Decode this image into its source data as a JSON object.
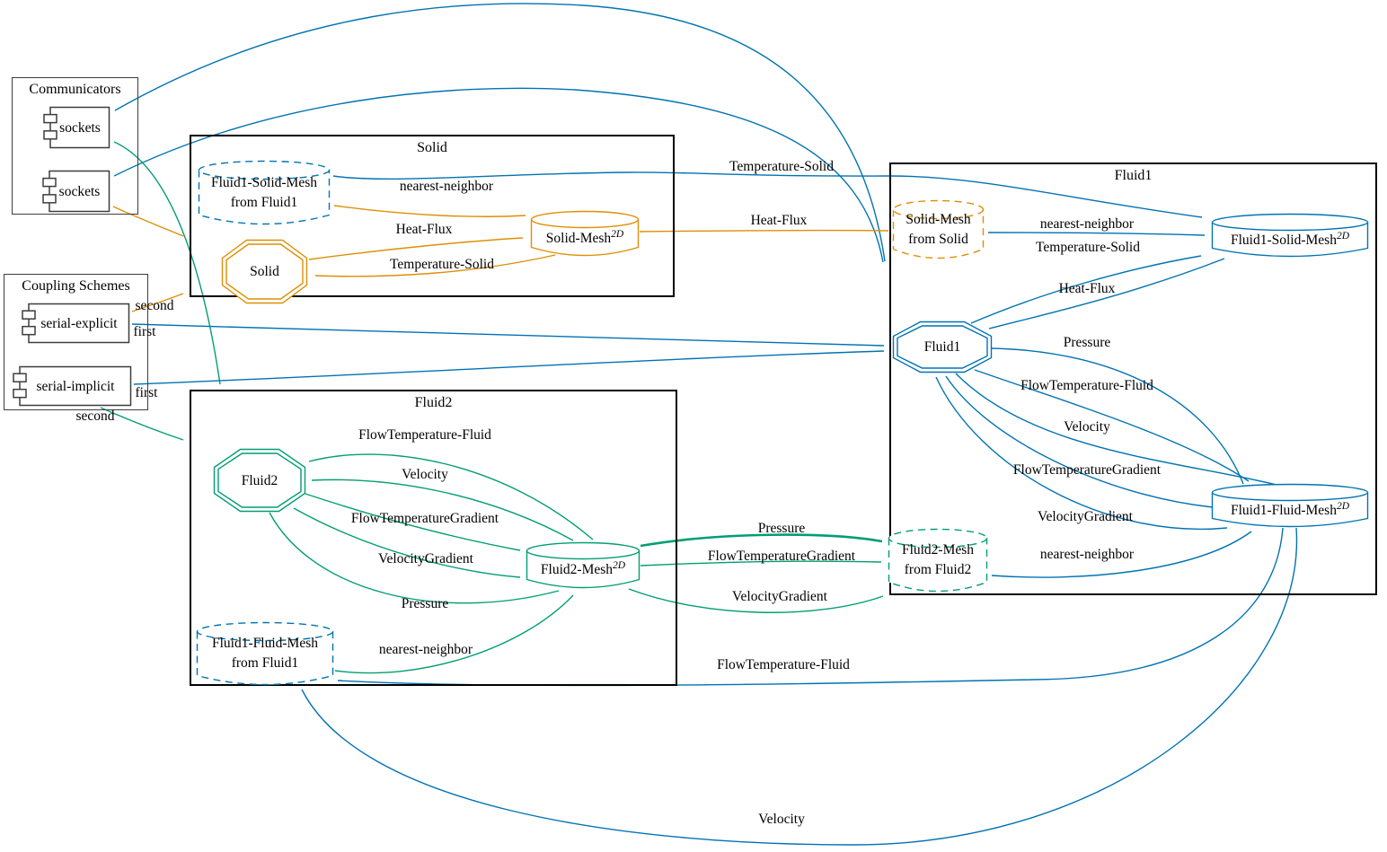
{
  "colors": {
    "fluid1": "#0173b2",
    "fluid2": "#029e73",
    "solid": "#de8f05",
    "neutral": "#3d3d3d",
    "cluster_border": "#000000",
    "background": "#ffffff",
    "text": "#000000"
  },
  "clusters": {
    "communicators": {
      "title": "Communicators"
    },
    "coupling_schemes": {
      "title": "Coupling Schemes"
    },
    "solid": {
      "title": "Solid"
    },
    "fluid1": {
      "title": "Fluid1"
    },
    "fluid2": {
      "title": "Fluid2"
    }
  },
  "nodes": {
    "sockets1": {
      "label": "sockets"
    },
    "sockets2": {
      "label": "sockets"
    },
    "serial_explicit": {
      "label": "serial-explicit"
    },
    "serial_implicit": {
      "label": "serial-implicit"
    },
    "solid": {
      "label": "Solid"
    },
    "fluid1": {
      "label": "Fluid1"
    },
    "fluid2": {
      "label": "Fluid2"
    },
    "solid_mesh": {
      "label": "Solid-Mesh",
      "sup": "2D"
    },
    "fluid1_solid_mesh": {
      "label": "Fluid1-Solid-Mesh",
      "sup": "2D"
    },
    "fluid1_fluid_mesh": {
      "label": "Fluid1-Fluid-Mesh",
      "sup": "2D"
    },
    "fluid2_mesh": {
      "label": "Fluid2-Mesh",
      "sup": "2D"
    },
    "fluid1_solid_mesh_from_fluid1": {
      "line1": "Fluid1-Solid-Mesh",
      "line2": "from Fluid1"
    },
    "solid_mesh_from_solid": {
      "line1": "Solid-Mesh",
      "line2": "from Solid"
    },
    "fluid2_mesh_from_fluid2": {
      "line1": "Fluid2-Mesh",
      "line2": "from Fluid2"
    },
    "fluid1_fluid_mesh_from_fluid1": {
      "line1": "Fluid1-Fluid-Mesh",
      "line2": "from Fluid1"
    }
  },
  "edge_labels": {
    "temperature_solid": "Temperature-Solid",
    "heat_flux": "Heat-Flux",
    "nearest_neighbor": "nearest-neighbor",
    "pressure": "Pressure",
    "flow_temperature_fluid": "FlowTemperature-Fluid",
    "velocity": "Velocity",
    "flow_temperature_gradient": "FlowTemperatureGradient",
    "velocity_gradient": "VelocityGradient",
    "first": "first",
    "second": "second"
  }
}
